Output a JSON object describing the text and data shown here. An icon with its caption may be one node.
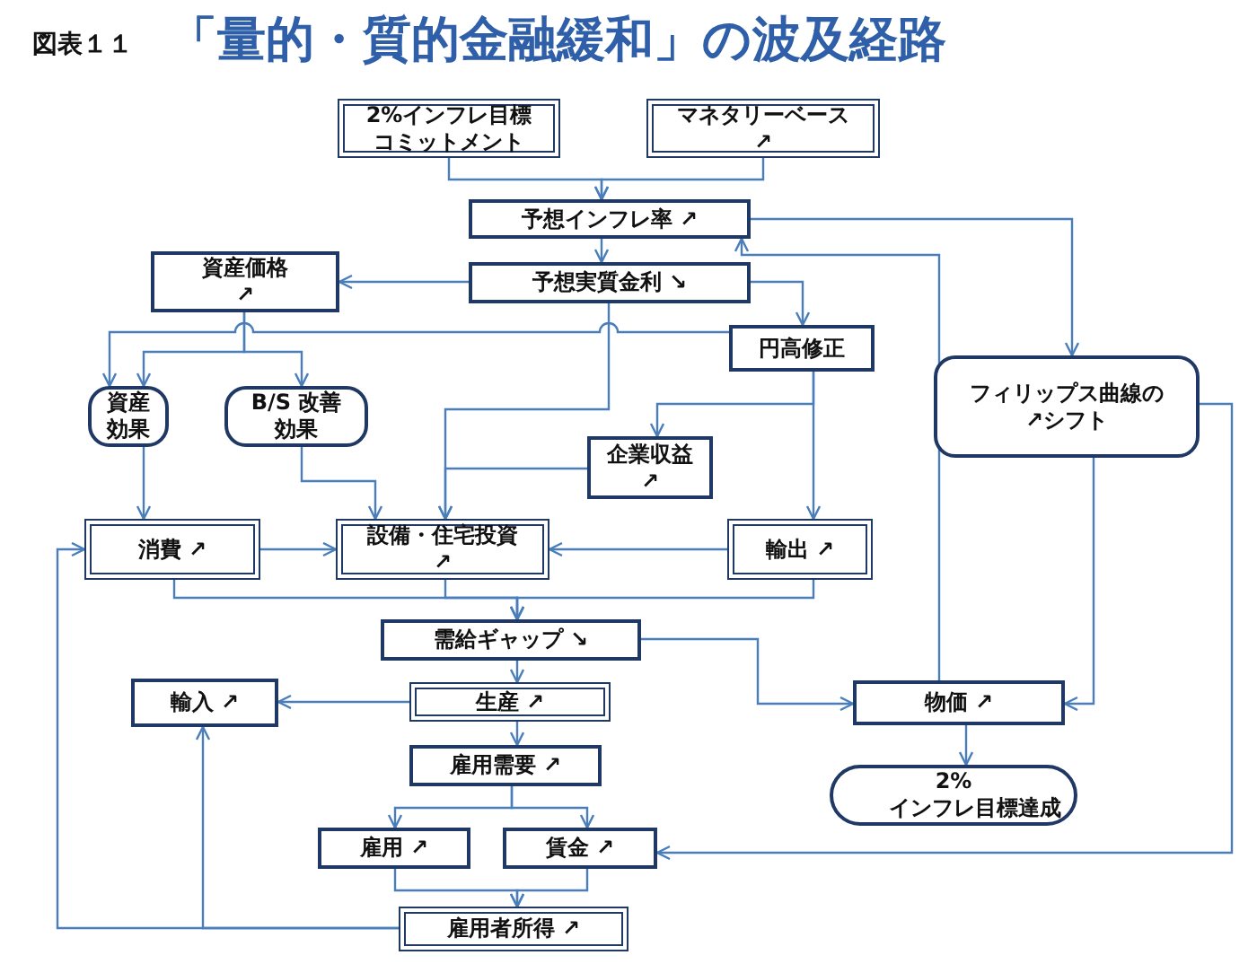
{
  "diagram": {
    "title": "「量的・質的金融緩和」の波及経路",
    "labels": [
      "図表１１"
    ],
    "nodes": [
      {
        "text": [
          "2%インフレ目標コミットメント"
        ]
      },
      {
        "text": [
          "マネタリーベース↗"
        ]
      },
      {
        "text": [
          "予想インフレ率 ↗"
        ]
      },
      {
        "text": [
          "資産価格↗"
        ]
      },
      {
        "text": [
          "予想実質金利 ↘"
        ]
      },
      {
        "text": [
          "円高修正"
        ]
      },
      {
        "text": [
          "資産効果"
        ]
      },
      {
        "text": [
          "B/S 改善効果"
        ]
      },
      {
        "text": [
          "フィリップス曲線の↗シフト"
        ]
      },
      {
        "text": [
          "企業収益↗"
        ]
      },
      {
        "text": [
          "消費 ↗"
        ]
      },
      {
        "text": [
          "設備・住宅投資↗"
        ]
      },
      {
        "text": [
          "輸出 ↗"
        ]
      },
      {
        "text": [
          "需給ギャップ ↘"
        ]
      },
      {
        "text": [
          "輸入 ↗"
        ]
      },
      {
        "text": [
          "生産 ↗"
        ]
      },
      {
        "text": [
          "物価 ↗"
        ]
      },
      {
        "text": [
          "雇用需要 ↗"
        ]
      },
      {
        "text": [
          "2% インフレ目標達成"
        ]
      },
      {
        "text": [
          "雇用 ↗"
        ]
      },
      {
        "text": [
          "賃金 ↗"
        ]
      },
      {
        "text": [
          "雇用者所得 ↗"
        ]
      }
    ],
    "edges": [
      {
        "from": 0,
        "to": 2,
        "arrow": "to"
      },
      {
        "from": 1,
        "to": 2,
        "arrow": "to"
      },
      {
        "from": 2,
        "to": 4,
        "arrow": "to"
      },
      {
        "from": 2,
        "to": 8,
        "arrow": "to"
      },
      {
        "from": 16,
        "to": 2,
        "arrow": "to"
      },
      {
        "from": 4,
        "to": 3,
        "arrow": "to"
      },
      {
        "from": 4,
        "to": 5,
        "arrow": "to"
      },
      {
        "from": 3,
        "to": 6,
        "arrow": "to"
      },
      {
        "from": 3,
        "to": 7,
        "arrow": "to"
      },
      {
        "from": 5,
        "to": 6,
        "arrow": "to"
      },
      {
        "from": 4,
        "to": 11,
        "arrow": "to"
      },
      {
        "from": 9,
        "to": 11,
        "arrow": "to"
      },
      {
        "from": 5,
        "to": 9,
        "arrow": "to"
      },
      {
        "from": 5,
        "to": 12,
        "arrow": "to"
      },
      {
        "from": 6,
        "to": 10,
        "arrow": "to"
      },
      {
        "from": 7,
        "to": 11,
        "arrow": "to"
      },
      {
        "from": 10,
        "to": 11,
        "arrow": "to"
      },
      {
        "from": 12,
        "to": 11,
        "arrow": "to"
      },
      {
        "from": 10,
        "to": 13,
        "arrow": "to"
      },
      {
        "from": 11,
        "to": 13,
        "arrow": "to"
      },
      {
        "from": 12,
        "to": 13,
        "arrow": "to"
      },
      {
        "from": 13,
        "to": 15,
        "arrow": "to"
      },
      {
        "from": 13,
        "to": 16,
        "arrow": "to"
      },
      {
        "from": 15,
        "to": 14,
        "arrow": "to"
      },
      {
        "from": 15,
        "to": 17,
        "arrow": "to"
      },
      {
        "from": 17,
        "to": 19,
        "arrow": "to"
      },
      {
        "from": 17,
        "to": 20,
        "arrow": "to"
      },
      {
        "from": 19,
        "to": 21,
        "arrow": "to"
      },
      {
        "from": 20,
        "to": 21,
        "arrow": "to"
      },
      {
        "from": 21,
        "to": 14,
        "arrow": "to"
      },
      {
        "from": 21,
        "to": 10,
        "arrow": "to"
      },
      {
        "from": 8,
        "to": 16,
        "arrow": "to"
      },
      {
        "from": 8,
        "to": 20,
        "arrow": "to"
      },
      {
        "from": 16,
        "to": 18,
        "arrow": "to"
      }
    ]
  }
}
